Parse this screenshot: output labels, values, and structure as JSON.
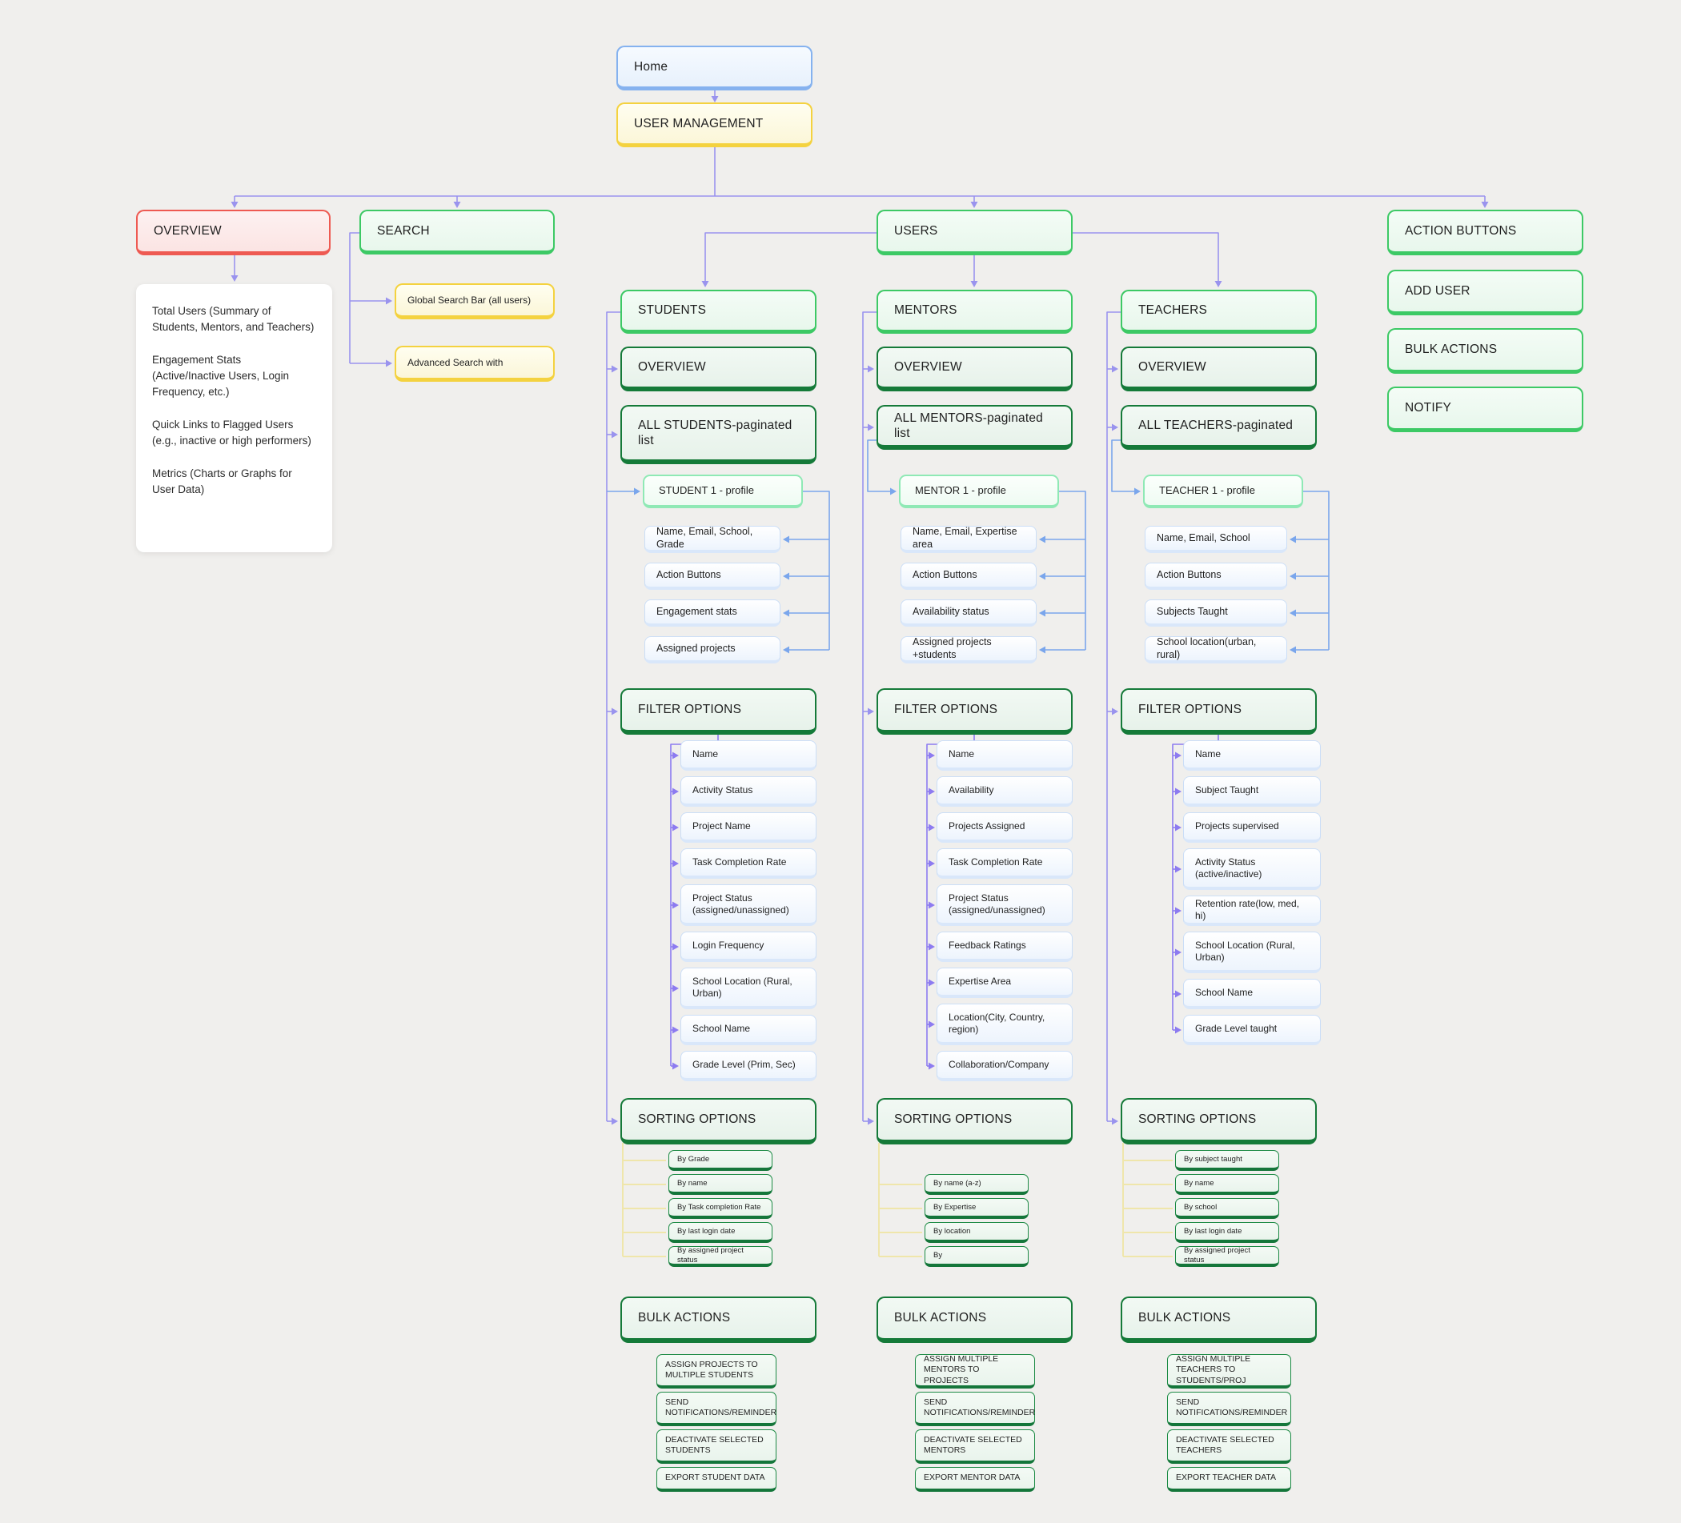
{
  "palette": {
    "connector_purple": "#9a93ee",
    "connector_blue": "#7aa6ec",
    "connector_violet": "#8d7bf0",
    "connector_yellow": "#efe6ab",
    "node_blue": "#85b2ef",
    "node_yellow": "#f4d23f",
    "node_red": "#ee5a52",
    "node_green": "#3dc965",
    "node_dark_green": "#157a39"
  },
  "root": {
    "home": "Home",
    "user_management": "USER MANAGEMENT"
  },
  "overview": {
    "title": "OVERVIEW",
    "notes": [
      "Total Users (Summary of Students, Mentors, and Teachers)",
      "Engagement Stats (Active/Inactive Users, Login Frequency, etc.)",
      "Quick Links to Flagged Users (e.g., inactive or high performers)",
      "Metrics (Charts or Graphs for User Data)"
    ]
  },
  "search": {
    "title": "SEARCH",
    "global": "Global Search Bar (all users)",
    "advanced": "Advanced Search with"
  },
  "users_label": "USERS",
  "action_buttons": {
    "title": "ACTION BUTTONS",
    "add_user": "ADD USER",
    "bulk_actions": "BULK ACTIONS",
    "notify": "NOTIFY"
  },
  "students": {
    "title": "STUDENTS",
    "overview": "OVERVIEW",
    "all_list": "ALL STUDENTS-paginated list",
    "profile_title": "STUDENT 1 - profile",
    "profile_fields": [
      "Name, Email, School, Grade",
      "Action Buttons",
      "Engagement stats",
      "Assigned projects"
    ],
    "filter_title": "FILTER OPTIONS",
    "filters": [
      "Name",
      "Activity Status",
      "Project Name",
      "Task Completion Rate",
      "Project Status (assigned/unassigned)",
      "Login Frequency",
      "School Location (Rural, Urban)",
      "School Name",
      "Grade Level (Prim, Sec)"
    ],
    "sorting_title": "SORTING OPTIONS",
    "sorting": [
      "By Grade",
      "By name",
      "By Task completion Rate",
      "By last login date",
      "By assigned project status"
    ],
    "bulk_title": "BULK ACTIONS",
    "bulk": [
      "ASSIGN PROJECTS TO MULTIPLE STUDENTS",
      "SEND NOTIFICATIONS/REMINDER",
      "DEACTIVATE SELECTED STUDENTS",
      "EXPORT STUDENT DATA"
    ]
  },
  "mentors": {
    "title": "MENTORS",
    "overview": "OVERVIEW",
    "all_list": "ALL MENTORS-paginated list",
    "profile_title": "MENTOR 1 - profile",
    "profile_fields": [
      "Name, Email, Expertise area",
      "Action Buttons",
      "Availability status",
      "Assigned projects +students"
    ],
    "filter_title": "FILTER OPTIONS",
    "filters": [
      "Name",
      "Availability",
      "Projects Assigned",
      "Task Completion Rate",
      "Project Status (assigned/unassigned)",
      "Feedback Ratings",
      "Expertise Area",
      "Location(City, Country, region)",
      "Collaboration/Company"
    ],
    "sorting_title": "SORTING OPTIONS",
    "sorting": [
      "By name (a-z)",
      "By Expertise",
      "By location",
      "By"
    ],
    "bulk_title": "BULK ACTIONS",
    "bulk": [
      "ASSIGN MULTIPLE MENTORS TO PROJECTS",
      "SEND NOTIFICATIONS/REMINDER",
      "DEACTIVATE SELECTED MENTORS",
      "EXPORT MENTOR DATA"
    ]
  },
  "teachers": {
    "title": "TEACHERS",
    "overview": "OVERVIEW",
    "all_list": "ALL TEACHERS-paginated",
    "profile_title": "TEACHER 1 - profile",
    "profile_fields": [
      "Name, Email, School",
      "Action Buttons",
      "Subjects Taught",
      "School location(urban, rural)"
    ],
    "filter_title": "FILTER OPTIONS",
    "filters": [
      "Name",
      "Subject Taught",
      "Projects supervised",
      "Activity Status (active/inactive)",
      "Retention rate(low, med, hi)",
      "School Location (Rural, Urban)",
      "School Name",
      "Grade Level taught"
    ],
    "sorting_title": "SORTING OPTIONS",
    "sorting": [
      "By subject taught",
      "By name",
      "By school",
      "By last login date",
      "By assigned project status"
    ],
    "bulk_title": "BULK ACTIONS",
    "bulk": [
      "ASSIGN MULTIPLE TEACHERS TO STUDENTS/PROJ",
      "SEND NOTIFICATIONS/REMINDER",
      "DEACTIVATE SELECTED TEACHERS",
      "EXPORT TEACHER DATA"
    ]
  }
}
